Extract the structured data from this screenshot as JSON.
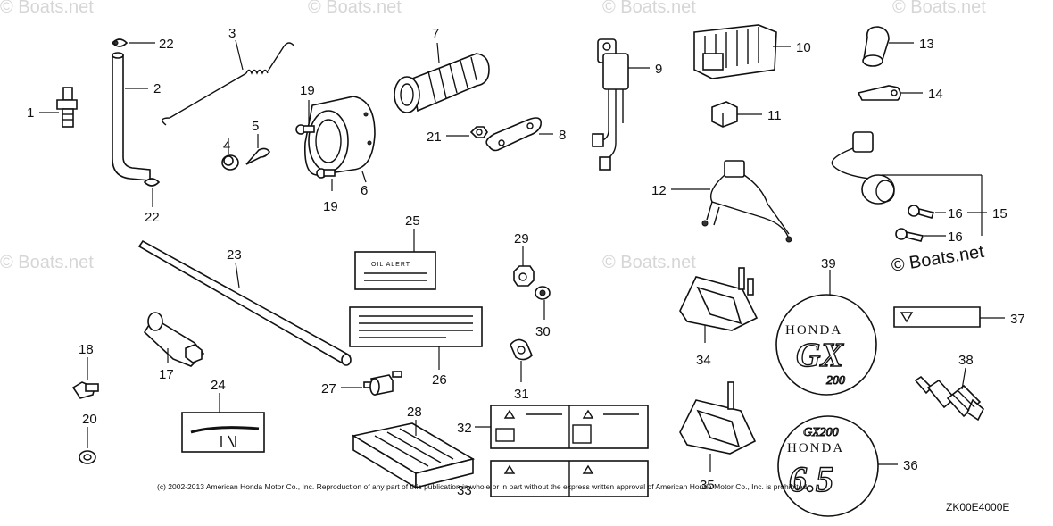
{
  "watermarks": [
    "© Boats.net",
    "© Boats.net",
    "© Boats.net",
    "© Boats.net",
    "© Boats.net",
    "© Boats.net"
  ],
  "brand_mark": "© Boats.net",
  "label_25_text": "OIL ALERT",
  "decal_39": {
    "brand": "HONDA",
    "model": "GX",
    "displacement": "200"
  },
  "decal_36": {
    "model": "GX200",
    "brand": "HONDA",
    "power": "6.5"
  },
  "copyright": "(c) 2002-2013 American Honda Motor Co., Inc. Reproduction of any part of this publication in whole or in part without the express written approval of American Honda Motor Co., Inc. is prohibited.",
  "diagram_code": "ZK00E4000E",
  "callouts": {
    "c1": "1",
    "c2": "2",
    "c3": "3",
    "c4": "4",
    "c5": "5",
    "c6": "6",
    "c7": "7",
    "c8": "8",
    "c9": "9",
    "c10": "10",
    "c11": "11",
    "c12": "12",
    "c13": "13",
    "c14": "14",
    "c15": "15",
    "c16a": "16",
    "c16b": "16",
    "c17": "17",
    "c18": "18",
    "c19a": "19",
    "c19b": "19",
    "c20": "20",
    "c21": "21",
    "c22a": "22",
    "c22b": "22",
    "c23": "23",
    "c24": "24",
    "c25": "25",
    "c26": "26",
    "c27": "27",
    "c28": "28",
    "c29": "29",
    "c30": "30",
    "c31": "31",
    "c32": "32",
    "c33": "33",
    "c34": "34",
    "c35": "35",
    "c36": "36",
    "c37": "37",
    "c38": "38",
    "c39": "39"
  }
}
